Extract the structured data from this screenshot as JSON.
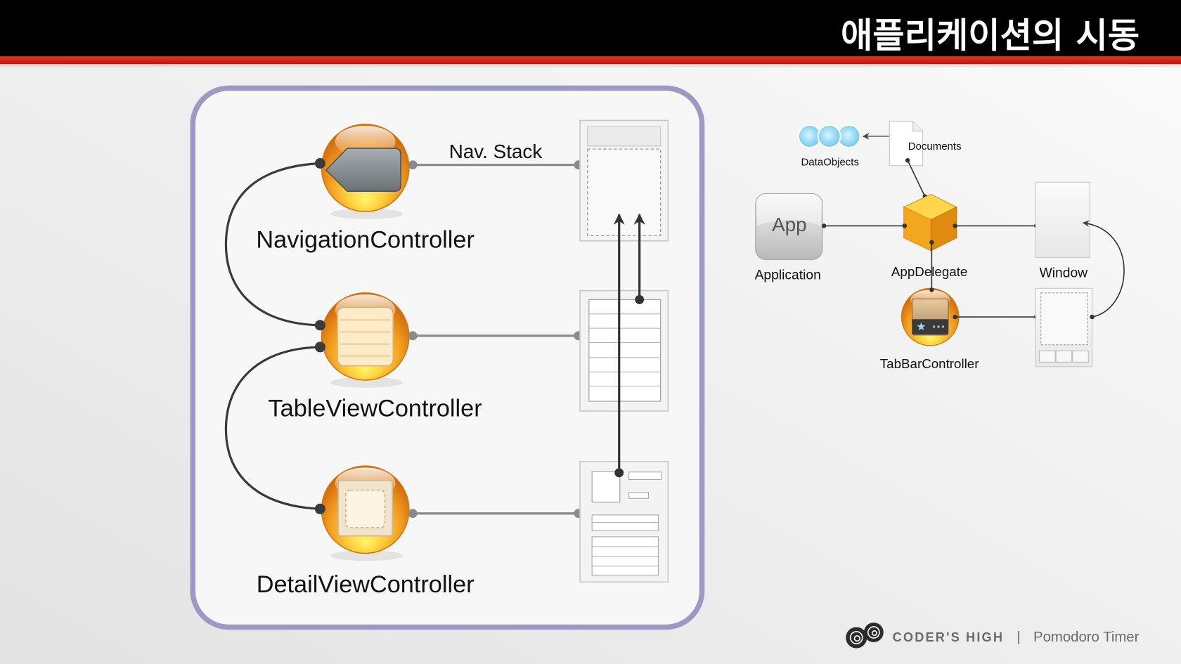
{
  "header": {
    "title": "애플리케이션의 시동"
  },
  "navigation_diagram": {
    "nav_stack_label": "Nav. Stack",
    "controllers": [
      {
        "label": "NavigationController",
        "icon": "back-button-icon"
      },
      {
        "label": "TableViewController",
        "icon": "table-icon"
      },
      {
        "label": "DetailViewController",
        "icon": "detail-view-icon"
      }
    ]
  },
  "app_diagram": {
    "data_objects_label": "DataObjects",
    "documents_label": "Documents",
    "app_icon_text": "App",
    "application_label": "Application",
    "app_delegate_label": "AppDelegate",
    "window_label": "Window",
    "tab_bar_controller_label": "TabBarController"
  },
  "footer": {
    "brand": "CODER'S HIGH",
    "separator": "|",
    "product": "Pomodoro Timer"
  },
  "colors": {
    "header_bg": "#000000",
    "accent_red": "#d8261b",
    "panel_border": "#9c99c7",
    "orb_orange": "#f0a020"
  }
}
